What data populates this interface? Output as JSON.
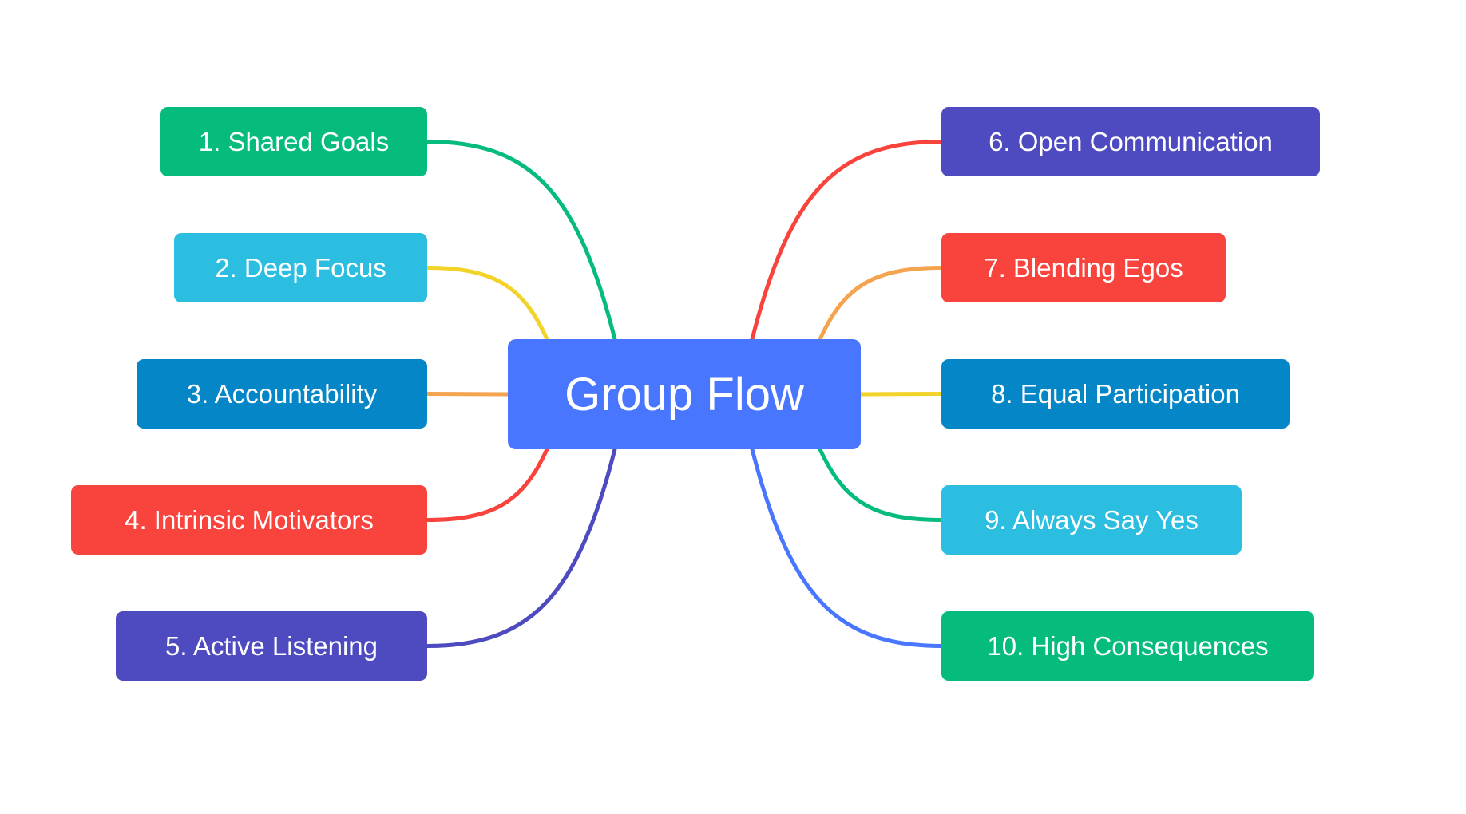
{
  "diagram": {
    "type": "mind-map",
    "root": {
      "label": "Group Flow",
      "color": "#4876FF"
    },
    "branches": [
      {
        "label": "1. Shared Goals",
        "color": "#05BC7D",
        "link_color": "#05BC7D",
        "side": "left"
      },
      {
        "label": "2. Deep Focus",
        "color": "#2CBEE0",
        "link_color": "#F2D32A",
        "side": "left"
      },
      {
        "label": "3. Accountability",
        "color": "#0587C7",
        "link_color": "#F4A34F",
        "side": "left"
      },
      {
        "label": "4. Intrinsic Motivators",
        "color": "#F9433D",
        "link_color": "#F9433D",
        "side": "left"
      },
      {
        "label": "5. Active Listening",
        "color": "#4E4ABF",
        "link_color": "#4E4ABF",
        "side": "left"
      },
      {
        "label": "6. Open Communication",
        "color": "#4E4ABF",
        "link_color": "#F9433D",
        "side": "right"
      },
      {
        "label": "7. Blending Egos",
        "color": "#F9433D",
        "link_color": "#F4A34F",
        "side": "right"
      },
      {
        "label": "8. Equal Participation",
        "color": "#0587C7",
        "link_color": "#F2D32A",
        "side": "right"
      },
      {
        "label": "9. Always Say Yes",
        "color": "#2CBEE0",
        "link_color": "#05BC7D",
        "side": "right"
      },
      {
        "label": "10. High Consequences",
        "color": "#05BC7D",
        "link_color": "#4876FF",
        "side": "right"
      }
    ]
  }
}
